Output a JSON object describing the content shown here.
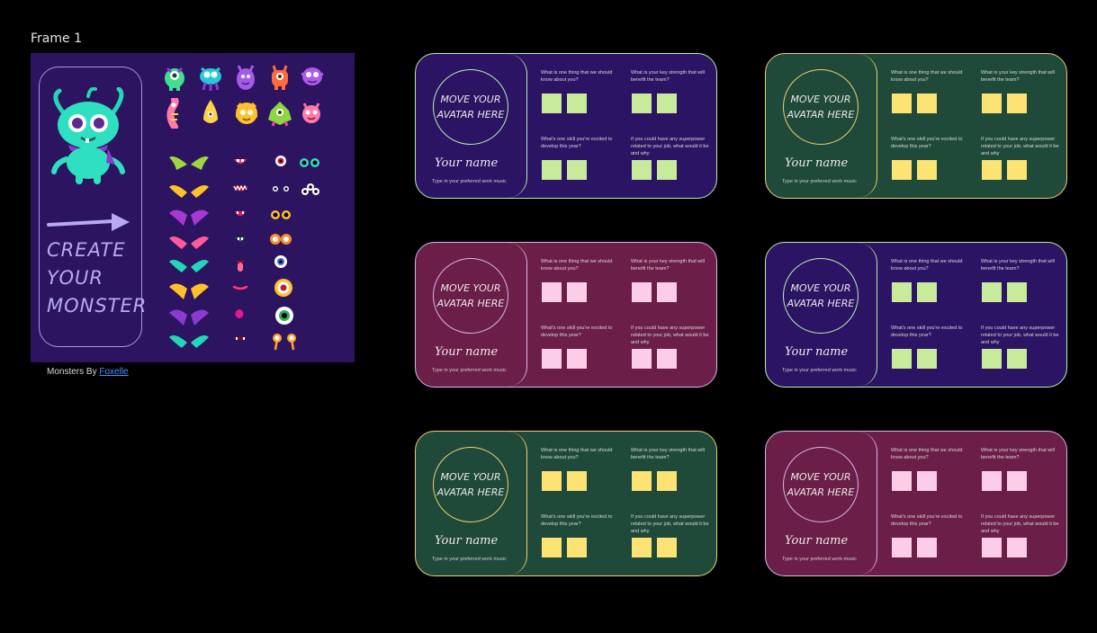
{
  "frame_label": "Frame 1",
  "poster": {
    "headline": "CREATE\nYOUR\nMONSTER",
    "arrow_color": "#b9a8f2"
  },
  "credit": {
    "prefix": "Monsters By ",
    "link": "Foxelle"
  },
  "card_text": {
    "avatar": "MOVE YOUR\nAVATAR HERE",
    "name": "Your name",
    "music": "Type in your preferred work music",
    "q1": "What is one thing that we should know about you?",
    "q2": "What is your key strength that will benefit the team?",
    "q3": "What's one skill you're excited to develop this year?",
    "q4": "If you could have any superpower related to your job, what would it be and why"
  },
  "themes": {
    "purple": {
      "bg": "#2b1463",
      "border": "#b7efb0",
      "circle": "#b7efb0",
      "note": "#c8eb9b"
    },
    "green": {
      "bg": "#1f4a3a",
      "border": "#f0cf6a",
      "circle": "#f0cf6a",
      "note": "#fde373"
    },
    "maroon": {
      "bg": "#6b1e47",
      "border": "#d9b6e8",
      "circle": "#d9b6e8",
      "note": "#fbcde8"
    }
  }
}
